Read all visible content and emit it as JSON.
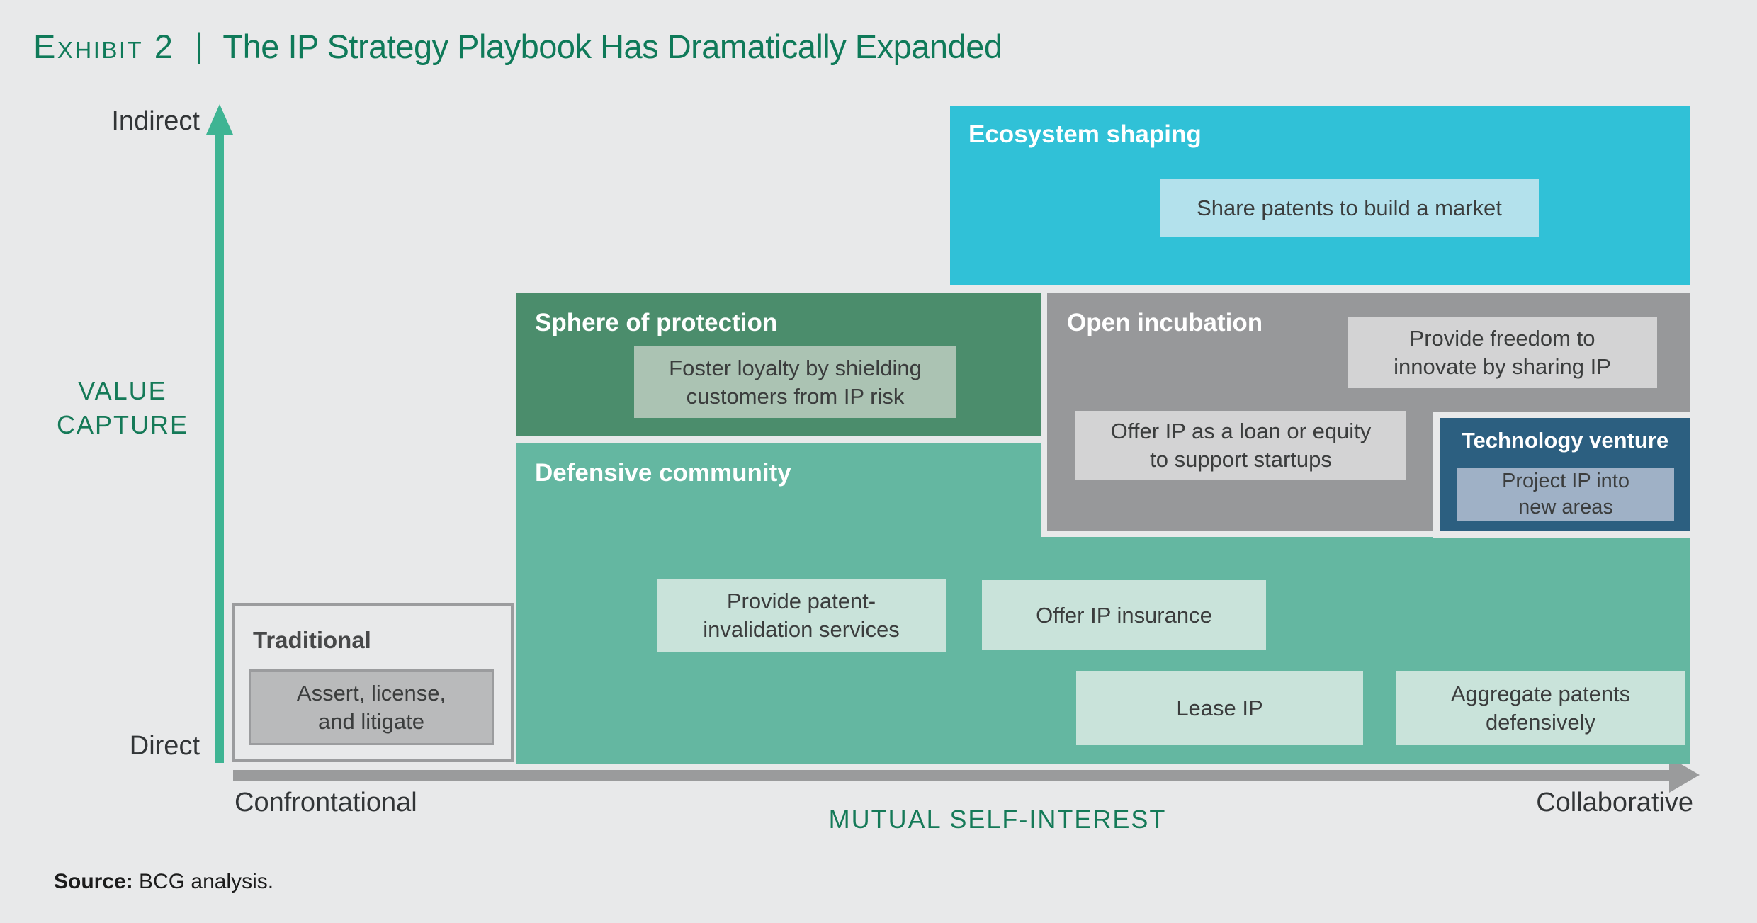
{
  "title": {
    "exhibit_label": "Exhibit 2",
    "separator": "|",
    "text": "The IP Strategy Playbook Has Dramatically Expanded"
  },
  "axes": {
    "y": {
      "label": "VALUE\nCAPTURE",
      "top_end": "Indirect",
      "bottom_end": "Direct"
    },
    "x": {
      "label": "MUTUAL SELF-INTEREST",
      "left_end": "Confrontational",
      "right_end": "Collaborative"
    }
  },
  "blocks": {
    "ecosystem": {
      "title": "Ecosystem shaping",
      "items": [
        "Share patents to build a market"
      ]
    },
    "sphere": {
      "title": "Sphere of protection",
      "items": [
        "Foster loyalty by shielding\ncustomers from IP risk"
      ]
    },
    "open_incubation": {
      "title": "Open incubation",
      "items": [
        "Provide freedom to\ninnovate by sharing IP",
        "Offer IP as a loan or equity\nto support startups"
      ]
    },
    "technology_venture": {
      "title": "Technology venture",
      "items": [
        "Project IP into\nnew areas"
      ]
    },
    "defensive": {
      "title": "Defensive community",
      "items": [
        "Provide patent-\ninvalidation services",
        "Offer IP insurance",
        "Lease IP",
        "Aggregate patents\ndefensively"
      ]
    },
    "traditional": {
      "title": "Traditional",
      "items": [
        "Assert, license,\nand litigate"
      ]
    }
  },
  "source": {
    "label": "Source:",
    "text": " BCG analysis."
  },
  "colors": {
    "page_background": "#e8e9ea",
    "title_green": "#0f7a59",
    "axis_arrow_green": "#3eb493",
    "axis_label_green": "#157a58",
    "axis_gray": "#9a9b9c",
    "ecosystem_cyan": "#30c1d7",
    "ecosystem_item": "#b3e1ec",
    "sphere_green": "#4b8d6c",
    "sphere_item": "#abc3b3",
    "defensive_green": "#64b7a1",
    "defensive_item": "#c9e3da",
    "open_incubation_gray": "#97989a",
    "open_incubation_item": "#d3d3d4",
    "technology_blue": "#2c5f80",
    "technology_item": "#9fb1c6",
    "traditional_border": "#9b9c9e",
    "traditional_item": "#b9babb",
    "dark_text": "#3b3d3d",
    "white_text": "#ffffff"
  }
}
